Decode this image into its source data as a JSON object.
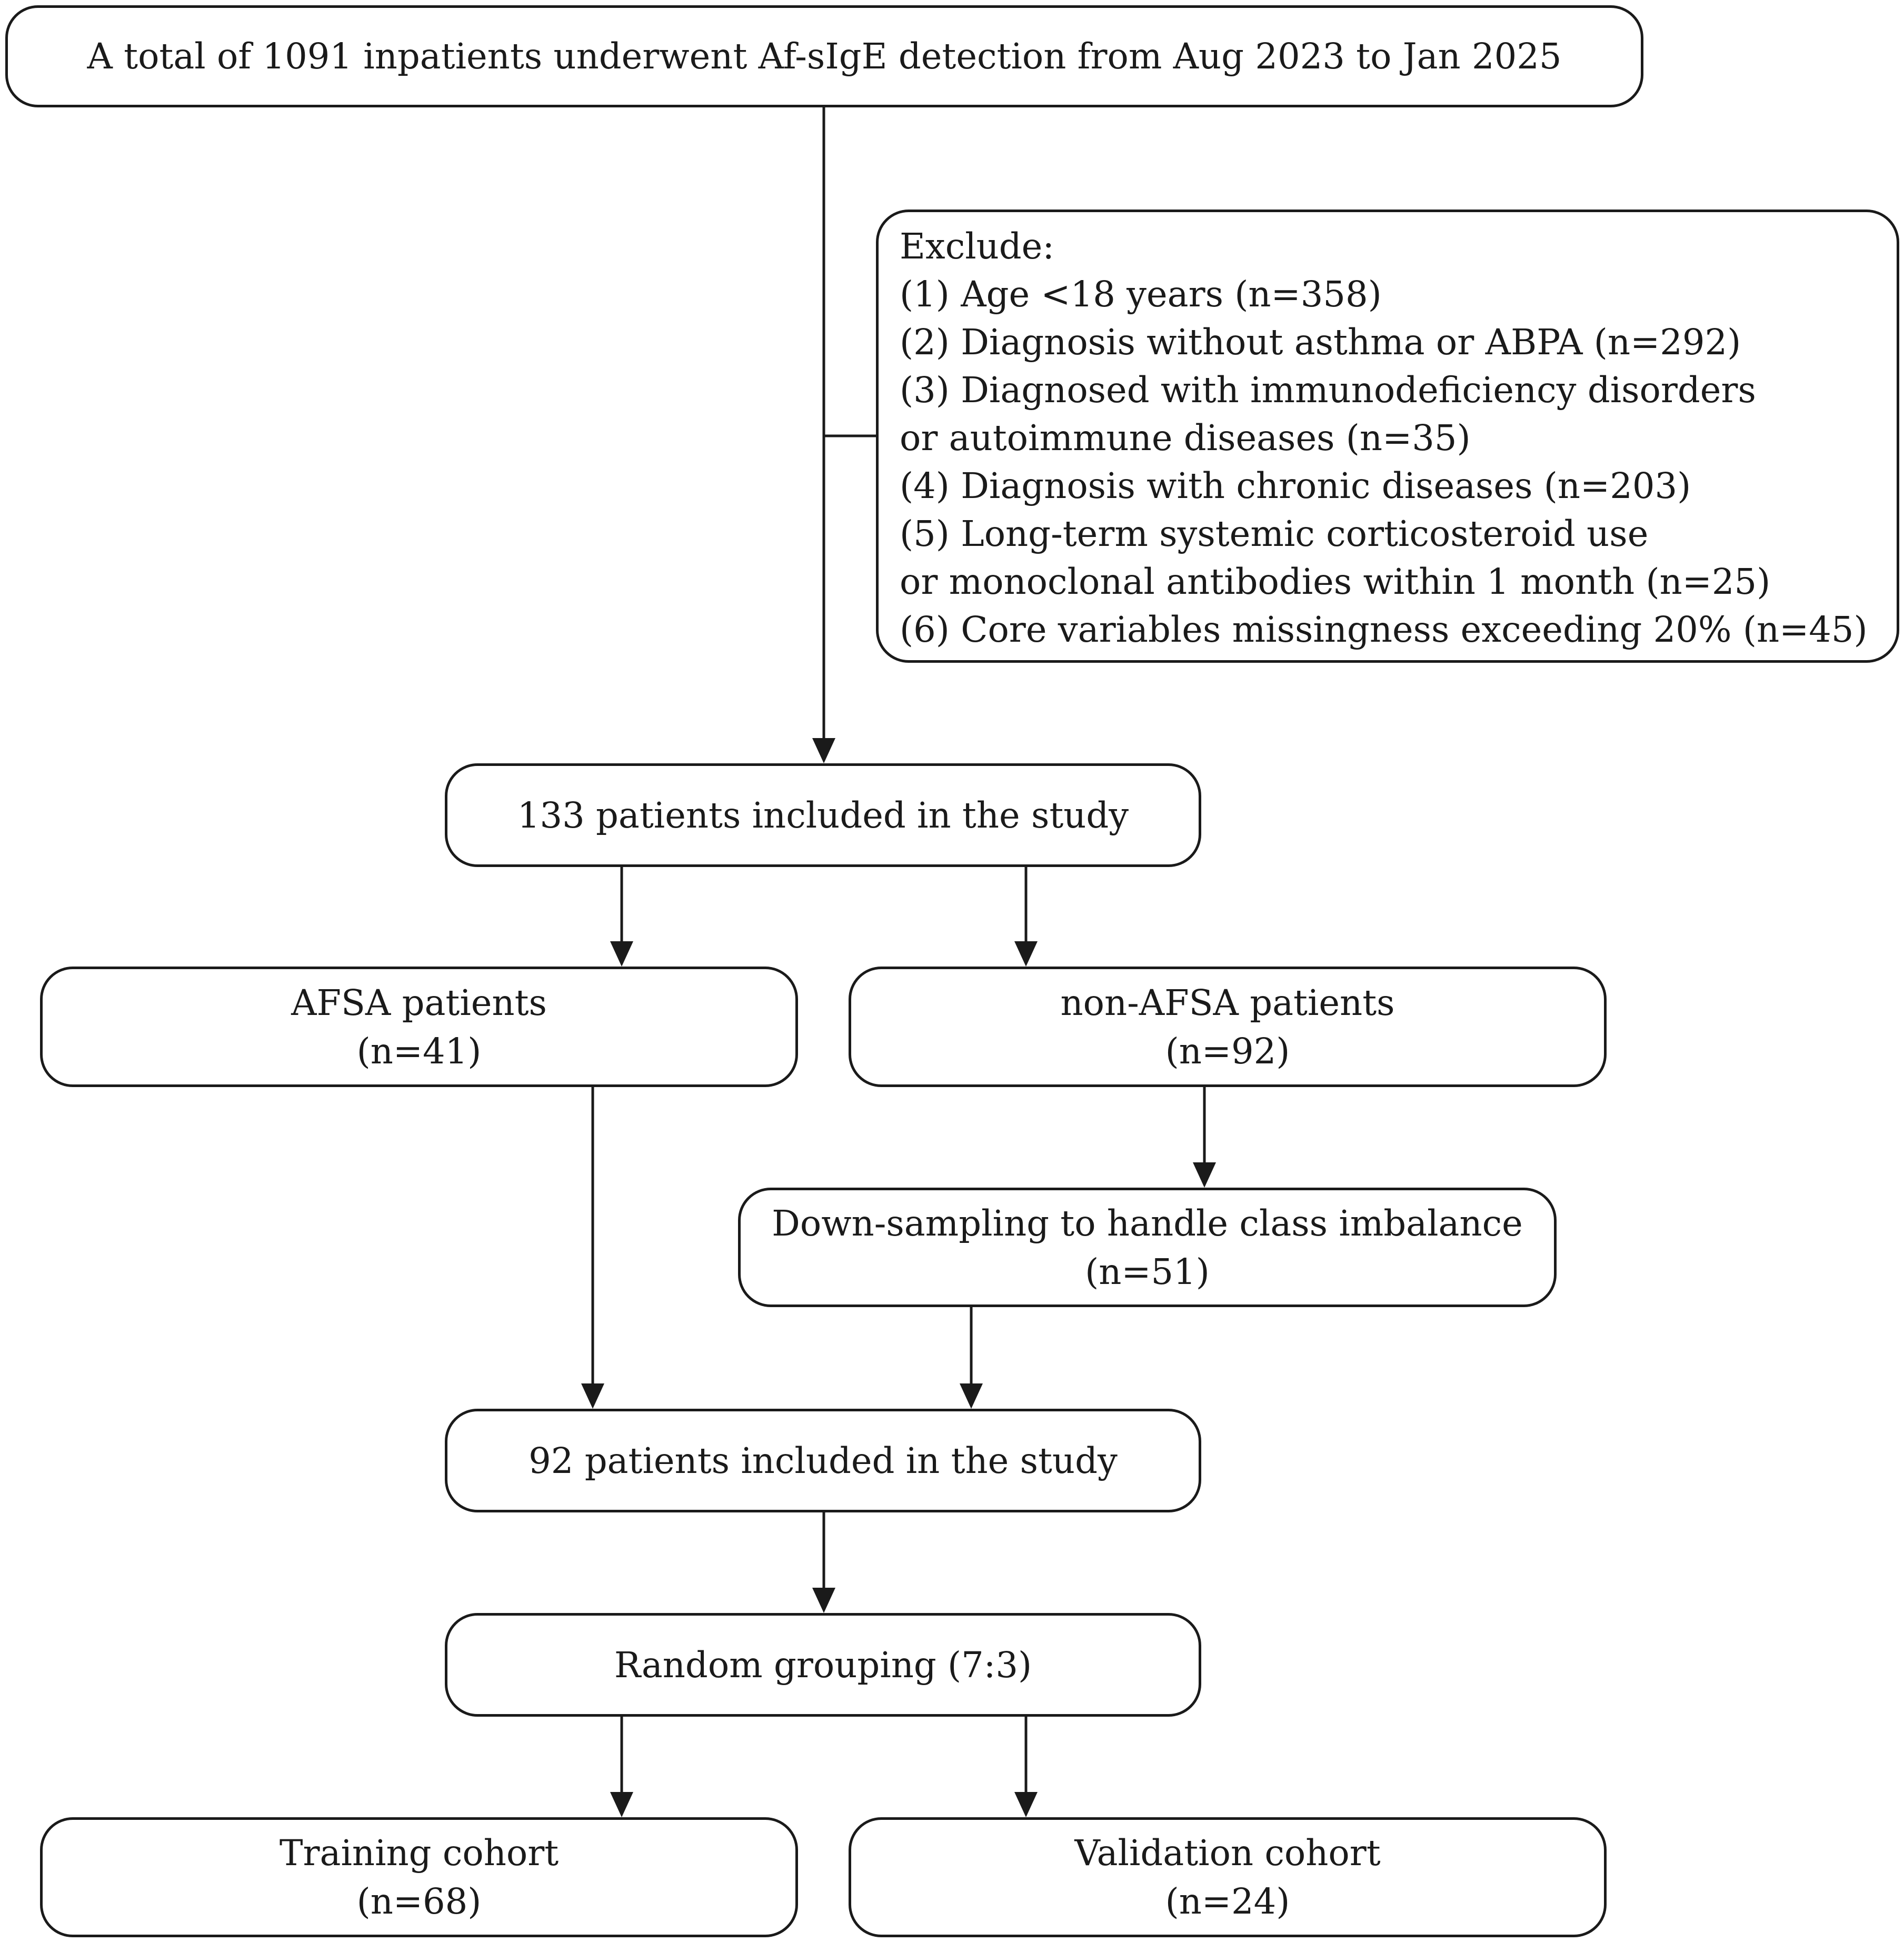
{
  "flowchart": {
    "top_box": {
      "text": "A total of 1091 inpatients underwent Af-sIgE detection from Aug 2023 to Jan 2025"
    },
    "exclude_box": {
      "heading": "Exclude:",
      "items": [
        "(1) Age <18 years (n=358)",
        "(2) Diagnosis without asthma or ABPA (n=292)",
        "(3) Diagnosed with immunodeficiency disorders",
        "or autoimmune diseases (n=35)",
        "(4) Diagnosis with chronic diseases (n=203)",
        "(5) Long-term systemic corticosteroid use",
        "or monoclonal antibodies within 1 month (n=25)",
        "(6) Core variables missingness exceeding 20% (n=45)"
      ]
    },
    "included_box": {
      "text": "133 patients included in the study"
    },
    "afsa_box": {
      "label": "AFSA patients",
      "count": "(n=41)"
    },
    "non_afsa_box": {
      "label": "non-AFSA patients",
      "count": "(n=92)"
    },
    "downsampling_box": {
      "label": "Down-sampling to handle class imbalance",
      "count": "(n=51)"
    },
    "included2_box": {
      "text": "92 patients included in the study"
    },
    "random_box": {
      "text": "Random grouping (7:3)"
    },
    "training_box": {
      "label": "Training cohort",
      "count": "(n=68)"
    },
    "validation_box": {
      "label": "Validation cohort",
      "count": "(n=24)"
    }
  }
}
